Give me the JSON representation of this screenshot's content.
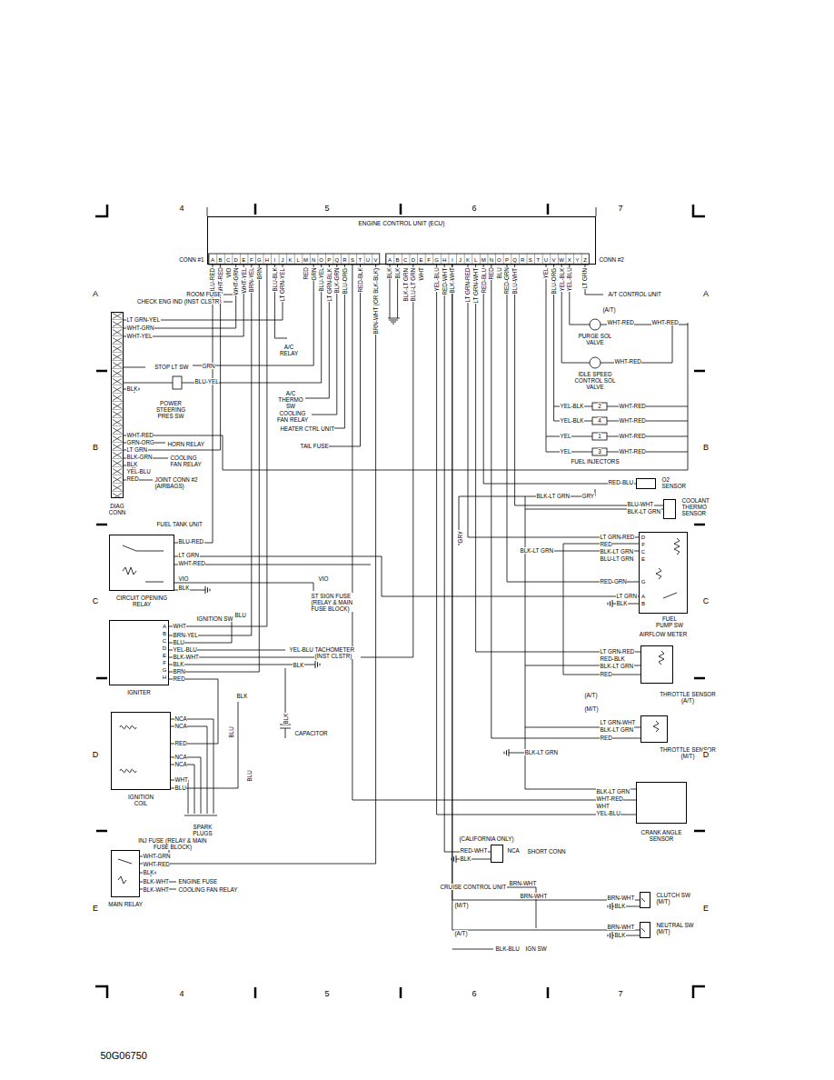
{
  "diagram": {
    "nodes": [
      {
        "text": [
          "ENGINE CONTROL UNIT (ECU)"
        ]
      },
      {
        "text": [
          "DIAG CONN"
        ]
      },
      {
        "text": [
          "CIRCUIT OPENING RELAY"
        ]
      },
      {
        "text": [
          "IGNITER"
        ]
      },
      {
        "text": [
          "IGNITION COIL"
        ]
      },
      {
        "text": [
          "MAIN RELAY"
        ]
      },
      {
        "text": [
          "AIRFLOW METER"
        ]
      },
      {
        "text": [
          "THROTTLE SENSOR (A/T)"
        ]
      },
      {
        "text": [
          "THROTTLE SENSOR (M/T)"
        ]
      },
      {
        "text": [
          "CRANK ANGLE SENSOR"
        ]
      },
      {
        "text": [
          "SHORT CONN"
        ]
      },
      {
        "text": [
          "CLUTCH SW (M/T)"
        ]
      },
      {
        "text": [
          "NEUTRAL SW (M/T)"
        ]
      },
      {
        "text": [
          "O2 SENSOR"
        ]
      },
      {
        "text": [
          "COOLANT THERMO SENSOR"
        ]
      }
    ],
    "edges": [
      {
        "from": 0,
        "to": 1,
        "arrow": "none"
      },
      {
        "from": 0,
        "to": 2,
        "arrow": "none"
      },
      {
        "from": 0,
        "to": 3,
        "arrow": "none"
      },
      {
        "from": 0,
        "to": 5,
        "arrow": "none"
      },
      {
        "from": 0,
        "to": 13,
        "arrow": "none"
      },
      {
        "from": 0,
        "to": 14,
        "arrow": "none"
      },
      {
        "from": 0,
        "to": 6,
        "arrow": "none"
      },
      {
        "from": 0,
        "to": 7,
        "arrow": "none"
      },
      {
        "from": 0,
        "to": 8,
        "arrow": "none"
      },
      {
        "from": 0,
        "to": 9,
        "arrow": "none"
      },
      {
        "from": 0,
        "to": 10,
        "arrow": "none"
      },
      {
        "from": 0,
        "to": 11,
        "arrow": "none"
      },
      {
        "from": 0,
        "to": 12,
        "arrow": "none"
      }
    ],
    "labels": [
      "4",
      "5",
      "6",
      "7",
      "A",
      "B",
      "C",
      "D",
      "E",
      "A",
      "B",
      "C",
      "D",
      "E",
      "4",
      "5",
      "6",
      "7",
      "50G06750",
      "CONN #1",
      "A",
      "B",
      "C",
      "D",
      "E",
      "F",
      "G",
      "H",
      "I",
      "J",
      "K",
      "L",
      "M",
      "N",
      "O",
      "P",
      "Q",
      "R",
      "S",
      "T",
      "U",
      "V",
      "A",
      "B",
      "C",
      "D",
      "E",
      "F",
      "G",
      "H",
      "I",
      "J",
      "K",
      "L",
      "M",
      "N",
      "O",
      "P",
      "Q",
      "R",
      "S",
      "T",
      "U",
      "V",
      "W",
      "X",
      "Y",
      "Z",
      "CONN #2",
      "BLU-RED",
      "WHT-RED",
      "VIO",
      "WHT-GRN",
      "WHT-YEL",
      "BRN-YEL",
      "BRN",
      "BLU-BLK",
      "LT GRN-YEL",
      "RED",
      "GRN",
      "BLU-YEL",
      "LT GRN-BLK",
      "BLK-GRN",
      "BLU-ORG",
      "RED-BLK",
      "BRN-WHT (OR BLK-BLK)",
      "BLK",
      "BLK",
      "BLK-LT GRN",
      "BLU-LT GRN",
      "WHT",
      "YEL-BLU",
      "RED-WHT",
      "BLK-WHT",
      "LT GRN-RED",
      "LT GRN-WHT",
      "RED-BLU",
      "RED",
      "BLU",
      "RED-GRN",
      "BLU-WHT",
      "YEL",
      "BLU-ORG",
      "YEL-BLK",
      "YEL-BLU",
      "LT GRN",
      "ROOM FUSE",
      "CHECK ENG IND (INST CLSTR)",
      "LT GRN-YEL",
      "WHT-GRN",
      "WHT-YEL",
      "A/C RELAY",
      "STOP LT SW",
      "GRN",
      "BLU-YEL",
      "BLK",
      "POWER STEERING PRES SW",
      "A/C THERMO SW",
      "COOLING FAN RELAY",
      "HEATER CTRL UNIT",
      "TAIL FUSE",
      "WHT-RED",
      "GRN-ORG",
      "HORN RELAY",
      "LT GRN",
      "BLK-GRN",
      "COOLING FAN RELAY",
      "BLK",
      "YEL-BLU",
      "RED",
      "JOINT CONN #2 (AIRBAGS)",
      "FUEL TANK UNIT",
      "BLU-RED",
      "LT GRN",
      "WHT-RED",
      "VIO",
      "BLK",
      "VIO",
      "ST SIGN FUSE (RELAY & MAIN FUSE BLOCK)",
      "IGNITION SW",
      "BLU",
      "A",
      "B",
      "C",
      "D",
      "E",
      "F",
      "G",
      "H",
      "WHT",
      "BRN-YEL",
      "BLU",
      "YEL-BLU",
      "BLK-WHT",
      "BLK",
      "BRN",
      "RED",
      "YEL-BLU",
      "TACHOMETER (INST CLSTR)",
      "BLK",
      "BLK",
      "NCA",
      "NCA",
      "RED",
      "NCA",
      "NCA",
      "WHT",
      "BLU",
      "BLK",
      "CAPACITOR",
      "BLU",
      "BLU",
      "SPARK PLUGS",
      "INJ FUSE (RELAY & MAIN FUSE BLOCK)",
      "WHT-GRN",
      "WHT-RED",
      "BLK",
      "BLK-WHT",
      "BLK-WHT",
      "ENGINE FUSE",
      "COOLING FAN RELAY",
      "A/T CONTROL UNIT",
      "(A/T)",
      "WHT-RED",
      "WHT-RED",
      "PURGE SOL VALVE",
      "WHT-RED",
      "IDLE SPEED CONTROL SOL VALVE",
      "YEL-BLK",
      "2",
      "WHT-RED",
      "YEL-BLK",
      "4",
      "WHT-RED",
      "YEL",
      "1",
      "WHT-RED",
      "YEL",
      "3",
      "WHT-RED",
      "FUEL INJECTORS",
      "RED-BLU",
      "BLK-LT GRN",
      "GRY",
      "BLU-WHT",
      "BLK-LT GRN",
      "GRY",
      "LT GRN-RED",
      "RED",
      "BLK-LT GRN",
      "BLK-LT GRN",
      "BLU-LT GRN",
      "RED-GRN",
      "LT GRN",
      "BLK",
      "D",
      "F",
      "C",
      "E",
      "G",
      "A",
      "B",
      "FUEL PUMP SW",
      "LT GRN-RED",
      "RED-BLK",
      "BLK-LT GRN",
      "RED",
      "(A/T)",
      "(M/T)",
      "LT GRN-WHT",
      "BLK-LT GRN",
      "RED",
      "BLK-LT GRN",
      "BLK-LT GRN",
      "WHT-RED",
      "WHT",
      "YEL-BLU",
      "(CALIFORNIA ONLY)",
      "RED-WHT",
      "BLK",
      "NCA",
      "CRUISE CONTROL UNIT",
      "BRN-WHT",
      "BRN-WHT",
      "(M/T)",
      "BRN-WHT",
      "BLK",
      "BRN-WHT",
      "BLK",
      "(A/T)",
      "BLK-BLU",
      "IGN SW"
    ]
  }
}
